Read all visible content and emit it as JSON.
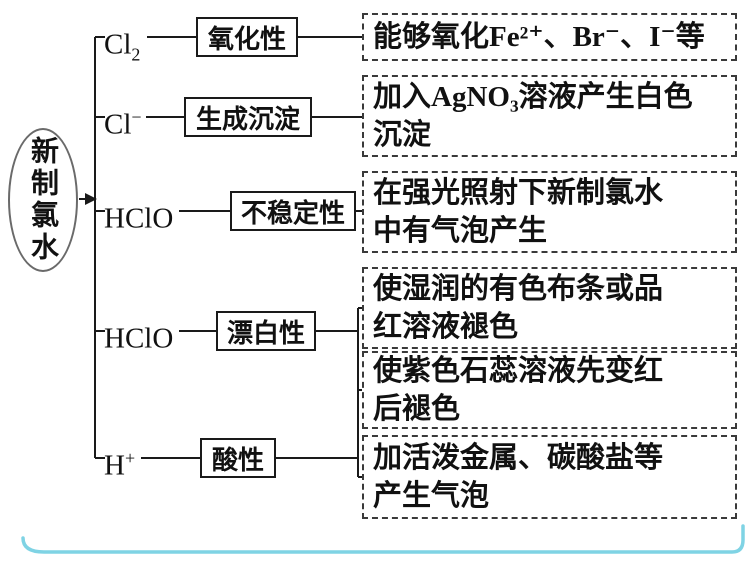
{
  "root": {
    "label": "新制氯水"
  },
  "branches": [
    {
      "base": "Cl",
      "sub": "2",
      "sup": "",
      "property": "氧化性"
    },
    {
      "base": "Cl",
      "sub": "",
      "sup": "−",
      "property": "生成沉淀"
    },
    {
      "base": "HClO",
      "sub": "",
      "sup": "",
      "property": "不稳定性"
    },
    {
      "base": "HClO",
      "sub": "",
      "sup": "",
      "property": "漂白性"
    },
    {
      "base": "H",
      "sub": "",
      "sup": "+",
      "property": "酸性"
    }
  ],
  "descriptions": [
    "能够氧化Fe²⁺、Br⁻、I⁻等",
    "加入AgNO₃溶液产生白色\n沉淀",
    "在强光照射下新制氯水\n中有气泡产生",
    "使湿润的有色布条或品\n红溶液褪色",
    "使紫色石蕊溶液先变红\n后褪色",
    "加活泼金属、碳酸盐等\n产生气泡"
  ],
  "colors": {
    "line": "#1a1a1a",
    "frame_accent": "#7fd3e4"
  }
}
